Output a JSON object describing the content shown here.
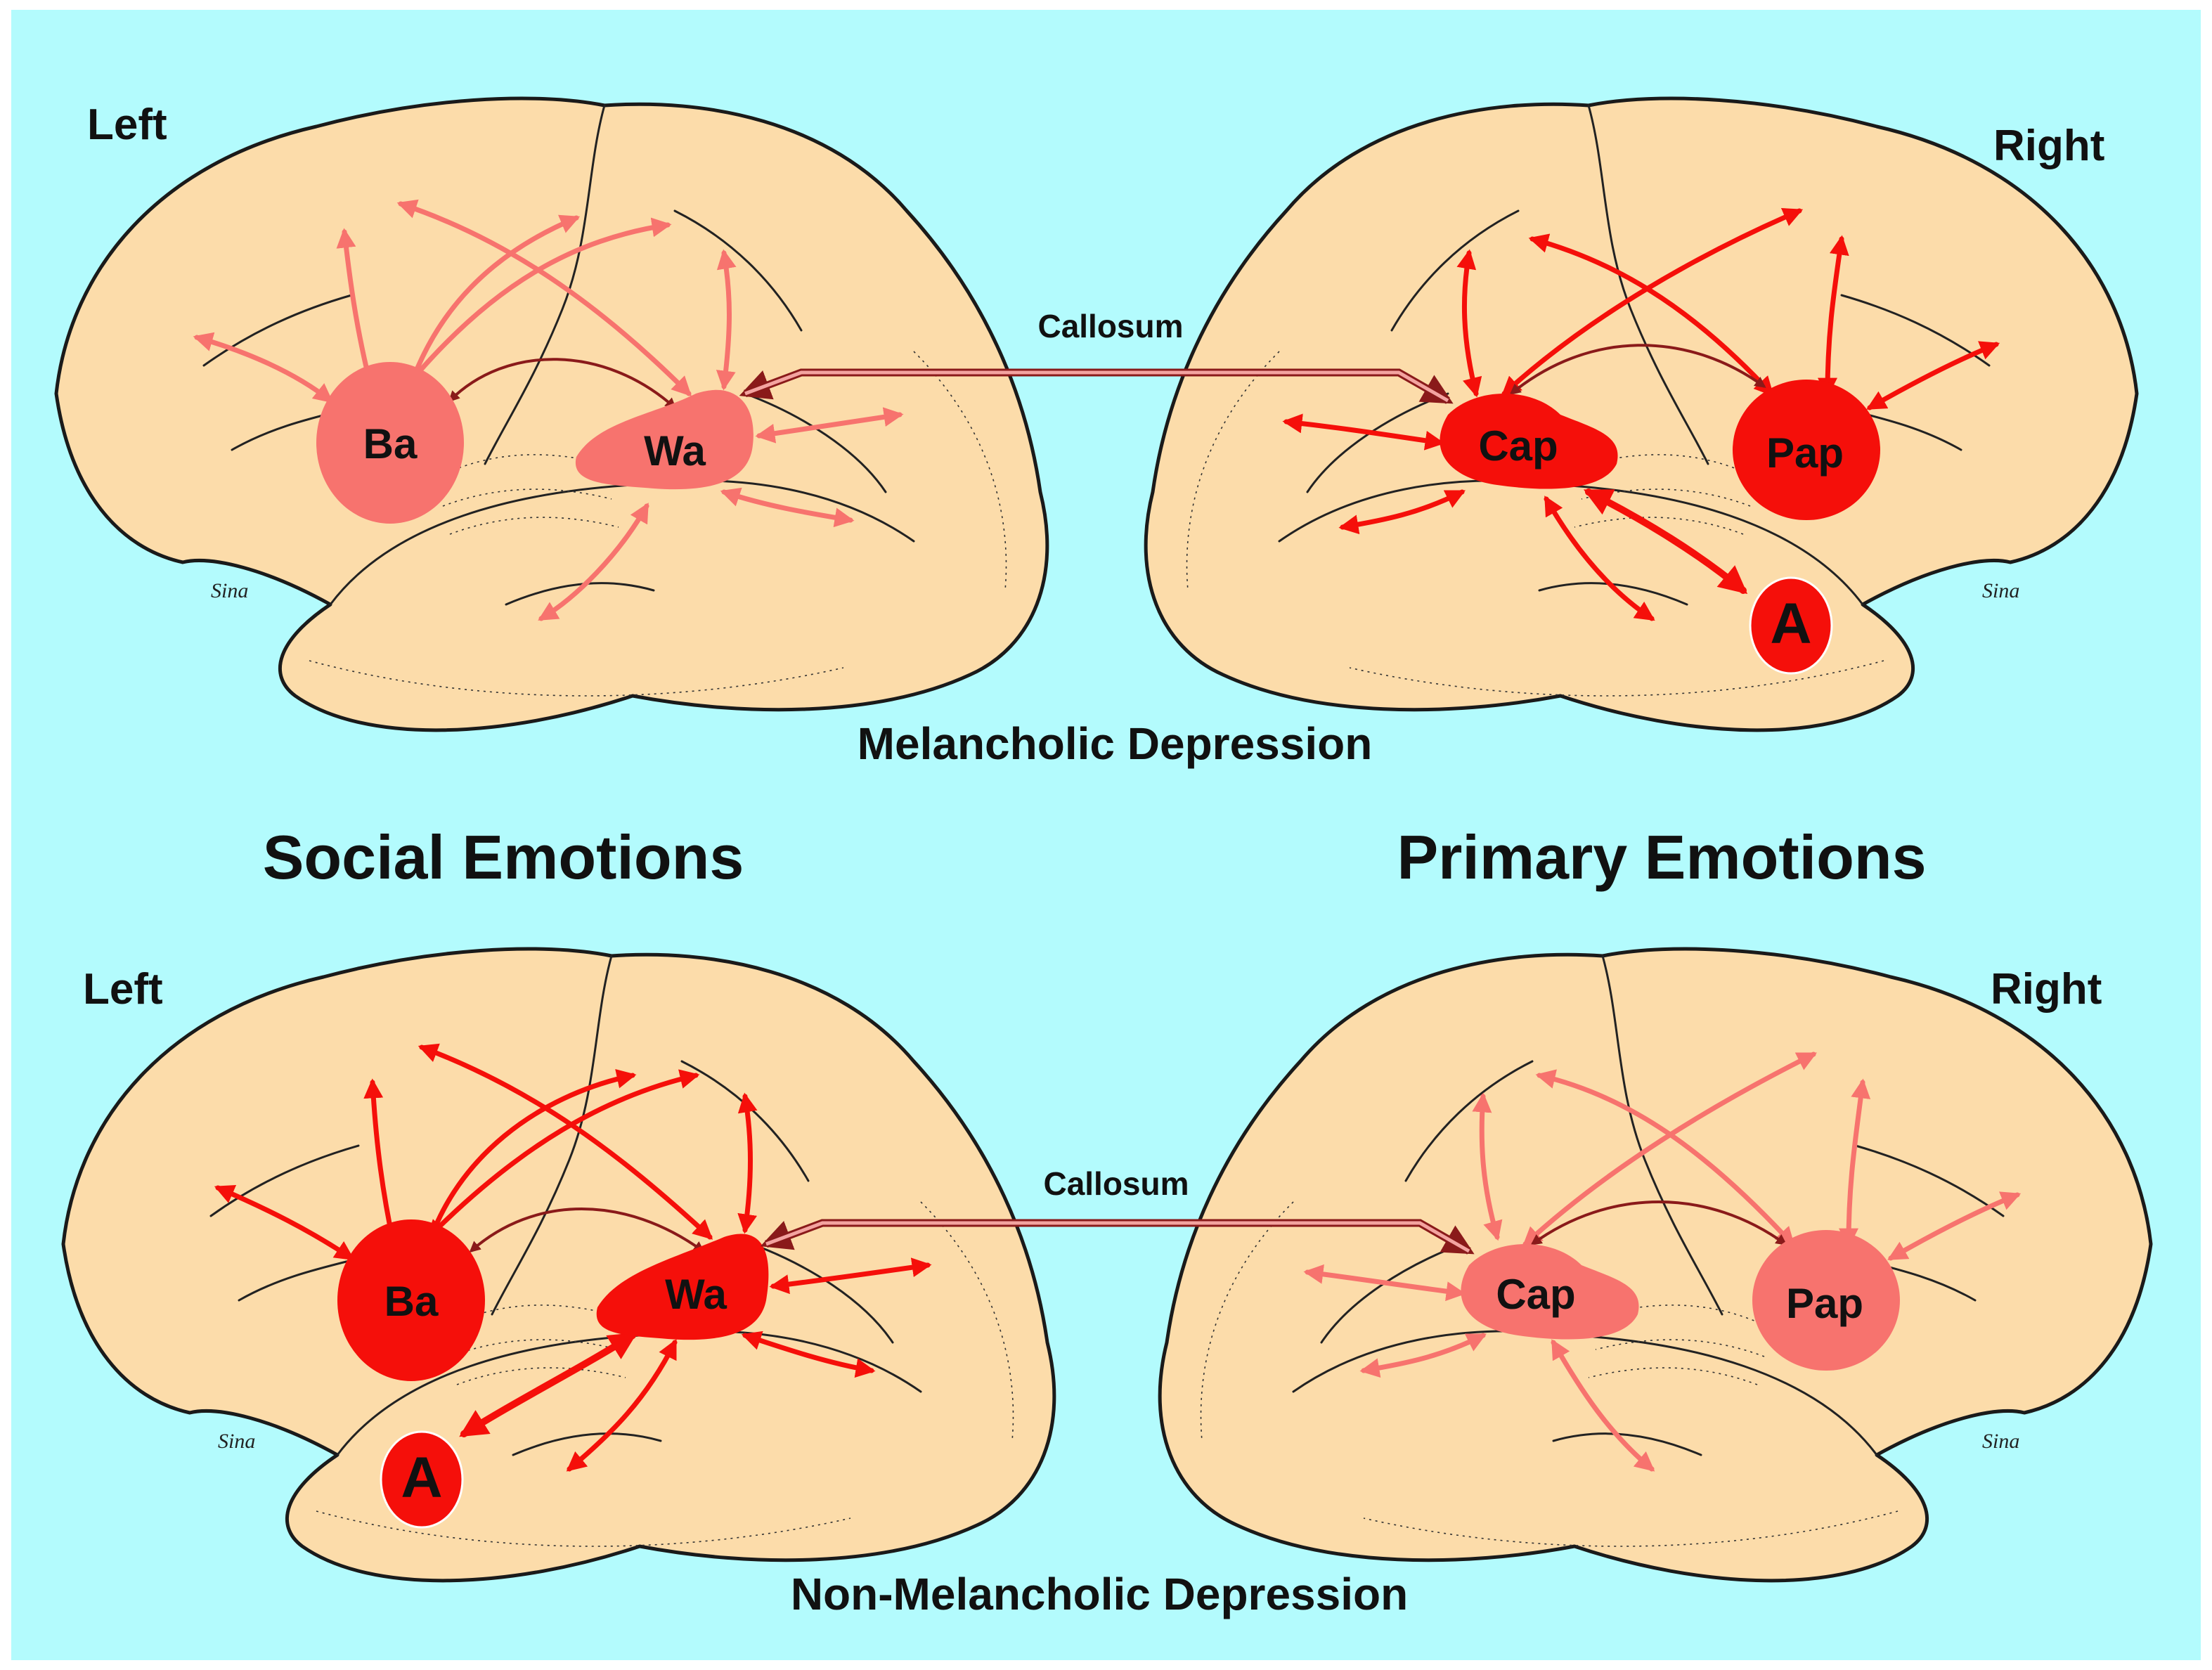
{
  "colors": {
    "background": "#b3fbfd",
    "brain": "#fcdcaa",
    "strong": "#f50f0a",
    "weak": "#f7736e",
    "callosum_outline": "#8a1a1a",
    "callosum_fill": "#f3a3a0"
  },
  "side_labels": {
    "top_left": "Left",
    "top_right": "Right",
    "bottom_left": "Left",
    "bottom_right": "Right"
  },
  "titles": {
    "social": "Social Emotions",
    "primary": "Primary Emotions"
  },
  "captions": {
    "top": "Melancholic Depression",
    "bottom": "Non-Melancholic Depression"
  },
  "callosum": {
    "top": "Callosum",
    "bottom": "Callosum"
  },
  "regions": {
    "top_left": {
      "broca": "Ba",
      "wernicke": "Wa"
    },
    "top_right": {
      "cap": "Cap",
      "pap": "Pap",
      "amygdala": "A"
    },
    "bottom_left": {
      "broca": "Ba",
      "wernicke": "Wa",
      "amygdala": "A"
    },
    "bottom_right": {
      "cap": "Cap",
      "pap": "Pap"
    }
  },
  "signatures": {
    "top_left": "Sina",
    "top_right": "Sina",
    "bottom_left": "Sina",
    "bottom_right": "Sina"
  }
}
